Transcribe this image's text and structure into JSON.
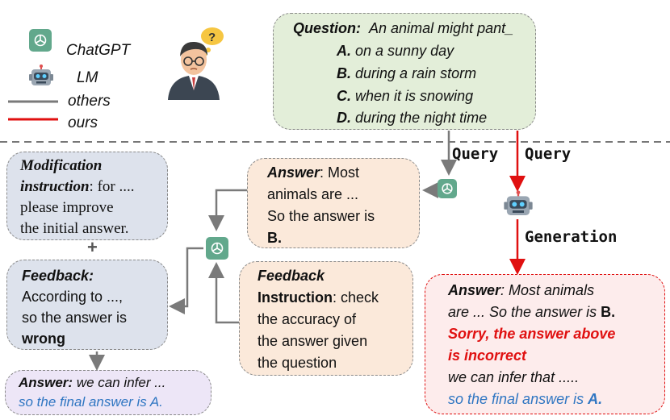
{
  "legend": {
    "chatgpt_label": "ChatGPT",
    "lm_label": "LM",
    "others_label": "others",
    "ours_label": "ours"
  },
  "question": {
    "label": "Question",
    "text": "An animal might pant_",
    "options": [
      {
        "key": "A.",
        "text": "on a sunny day"
      },
      {
        "key": "B.",
        "text": "during a rain storm"
      },
      {
        "key": "C.",
        "text": "when it is snowing"
      },
      {
        "key": "D.",
        "text": "during the night time"
      }
    ]
  },
  "query_left": "Query",
  "query_right": "Query",
  "generation": "Generation",
  "modification": {
    "label_line1": "Modification",
    "label_line2": "instruction",
    "line2_rest": ": for ....",
    "line3": "please improve",
    "line4": "the initial answer."
  },
  "plus": "+",
  "feedback": {
    "label": "Feedback",
    "colon": ":",
    "line2": "According to ...,",
    "line3": "so the answer is",
    "line4": "wrong"
  },
  "answer_left": {
    "label": "Answer",
    "colon": ":",
    "text": "we can infer ...",
    "line2": "so the final answer is A."
  },
  "answer_mid": {
    "label": "Answer",
    "line1_rest": ": Most",
    "line2": "animals are ...",
    "line3": "So the answer is",
    "line4": "B."
  },
  "feedback_instruction": {
    "line1": "Feedback",
    "line2_label": "Instruction",
    "line2_rest": ": check",
    "line3": "the accuracy of",
    "line4": "the answer given",
    "line5": "the question"
  },
  "answer_right": {
    "label": "Answer",
    "line1_rest": ": Most animals",
    "line2": "are ... So the answer is",
    "line2_key": "B.",
    "line3": "Sorry,  the answer above",
    "line4": "is incorrect",
    "line5": "we can infer that .....",
    "line6_prefix": "so the final answer is",
    "line6_key": "A."
  },
  "colors": {
    "gray_arrow": "#7a7a7a",
    "red_arrow": "#e01010",
    "question_bg": "#e3eed9",
    "modification_bg": "#dde2ec",
    "feedback_bg": "#dde2ec",
    "answer_mid_bg": "#fbe9da",
    "feedback_instruction_bg": "#fbe9da",
    "answer_left_bg": "#ede6f7",
    "answer_right_bg": "#fdecec",
    "chatgpt_green": "#62a88c"
  },
  "icons": [
    "chatgpt-icon",
    "robot-icon",
    "thinking-person-icon"
  ]
}
